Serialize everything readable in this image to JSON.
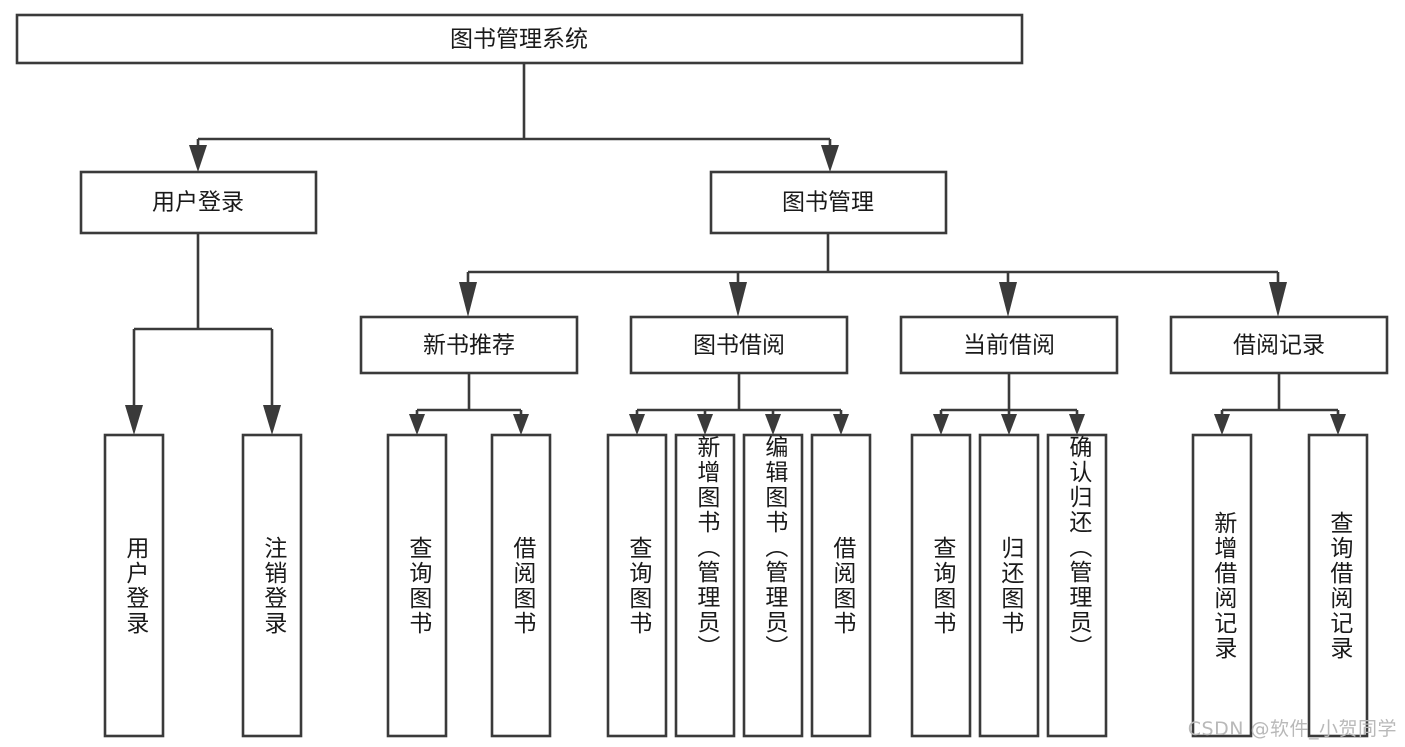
{
  "diagram": {
    "type": "tree",
    "title": "图书管理系统",
    "watermark": "CSDN @软件_小贺同学",
    "colors": {
      "stroke": "#3a3a3a",
      "box_fill": "#ffffff",
      "text": "#1a1a1a",
      "background": "#ffffff",
      "watermark": "#b9b9b9"
    },
    "levels": {
      "root": {
        "label": "图书管理系统"
      },
      "level2": [
        {
          "label": "用户登录"
        },
        {
          "label": "图书管理"
        }
      ],
      "level3": [
        {
          "label": "新书推荐"
        },
        {
          "label": "图书借阅"
        },
        {
          "label": "当前借阅"
        },
        {
          "label": "借阅记录"
        }
      ],
      "leaves": {
        "user_login": [
          {
            "label": "用户登录"
          },
          {
            "label": "注销登录"
          }
        ],
        "new_book_rec": [
          {
            "label": "查询图书"
          },
          {
            "label": "借阅图书"
          }
        ],
        "book_borrow": [
          {
            "label": "查询图书"
          },
          {
            "label": "新增图书（管理员）"
          },
          {
            "label": "编辑图书（管理员）"
          },
          {
            "label": "借阅图书"
          }
        ],
        "current_borrow": [
          {
            "label": "查询图书"
          },
          {
            "label": "归还图书"
          },
          {
            "label": "确认归还（管理员）"
          }
        ],
        "borrow_records": [
          {
            "label": "新增借阅记录"
          },
          {
            "label": "查询借阅记录"
          }
        ]
      }
    }
  }
}
